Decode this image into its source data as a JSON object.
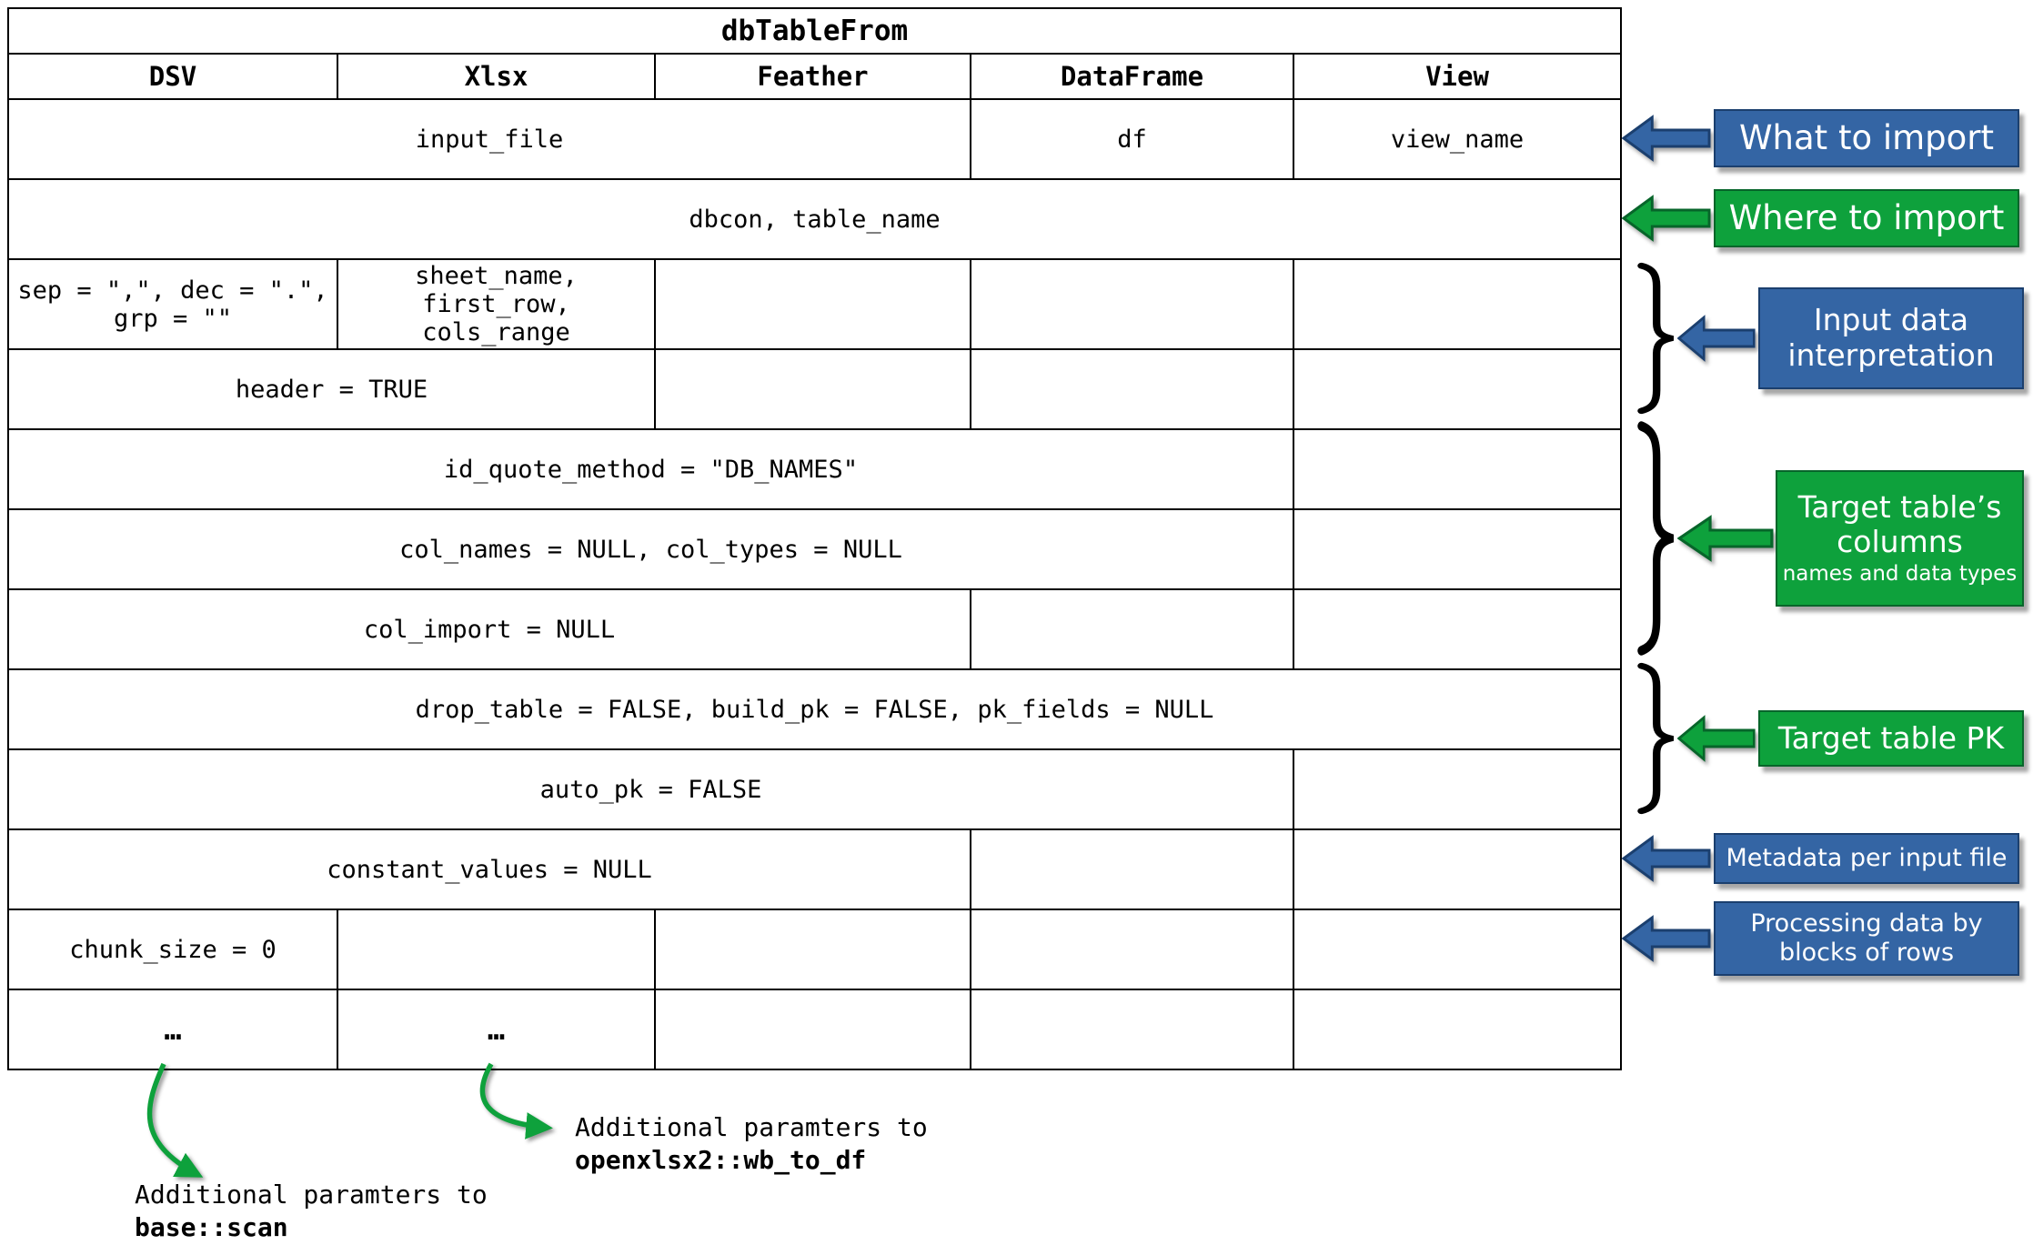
{
  "table": {
    "title": "dbTableFrom",
    "headers": [
      "DSV",
      "Xlsx",
      "Feather",
      "DataFrame",
      "View"
    ],
    "cells": {
      "input_file": "input_file",
      "df": "df",
      "view_name": "view_name",
      "dbcon": "dbcon, table_name",
      "dsv_parse": "sep = \",\", dec = \".\",\ngrp = \"\"",
      "xlsx_parse": "sheet_name, first_row,\ncols_range",
      "header_true": "header = TRUE",
      "id_quote": "id_quote_method = \"DB_NAMES\"",
      "col_names": "col_names = NULL, col_types = NULL",
      "col_import": "col_import = NULL",
      "drop_table": "drop_table = FALSE, build_pk = FALSE, pk_fields = NULL",
      "auto_pk": "auto_pk = FALSE",
      "constant_values": "constant_values = NULL",
      "chunk_size": "chunk_size = 0",
      "dots_dsv": "…",
      "dots_xlsx": "…"
    }
  },
  "annotations": {
    "what_to_import": {
      "label": "What to import",
      "color": "#3465a4"
    },
    "where_to_import": {
      "label": "Where to import",
      "color": "#0ea13c"
    },
    "input_interpretation": {
      "label": "Input data\ninterpretation",
      "color": "#3465a4"
    },
    "target_columns": {
      "label": "Target table’s\ncolumns",
      "sublabel": "names and data types",
      "color": "#0ea13c"
    },
    "target_pk": {
      "label": "Target table PK",
      "color": "#0ea13c"
    },
    "metadata": {
      "label": "Metadata per input file",
      "color": "#3465a4"
    },
    "processing": {
      "label": "Processing data by\nblocks of rows",
      "color": "#3465a4"
    }
  },
  "footnotes": {
    "dsv": {
      "text": "Additional paramters to",
      "code": "base::scan"
    },
    "xlsx": {
      "text": "Additional paramters to",
      "code": "openxlsx2::wb_to_df"
    }
  },
  "colors": {
    "blue": "#3465a4",
    "green": "#0ea13c",
    "gray": "#808080"
  }
}
